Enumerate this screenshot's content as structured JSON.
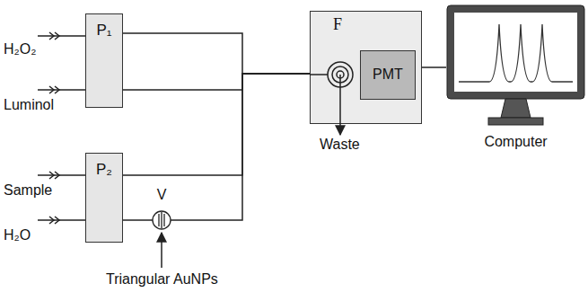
{
  "diagram": {
    "nodes": [
      {
        "text": [
          "P₁"
        ]
      },
      {
        "text": [
          "P₂"
        ]
      },
      {
        "text": [
          "V"
        ]
      },
      {
        "text": [
          "F"
        ]
      },
      {
        "text": [
          "PMT"
        ],
        "in": 3
      },
      {
        "text": [
          "Computer"
        ]
      }
    ],
    "edges": [
      {
        "from": 0,
        "to": 3,
        "arrow": "none"
      },
      {
        "from": 0,
        "to": 3,
        "arrow": "none"
      },
      {
        "from": 1,
        "to": 3,
        "arrow": "none"
      },
      {
        "from": 1,
        "to": 2,
        "arrow": "none"
      },
      {
        "from": 2,
        "to": 3,
        "arrow": "none"
      },
      {
        "from": 3,
        "to": 5,
        "arrow": "none"
      }
    ],
    "labels": [
      "H₂O₂",
      "Luminol",
      "Sample",
      "H₂O",
      "Triangular AuNPs",
      "Waste"
    ]
  }
}
